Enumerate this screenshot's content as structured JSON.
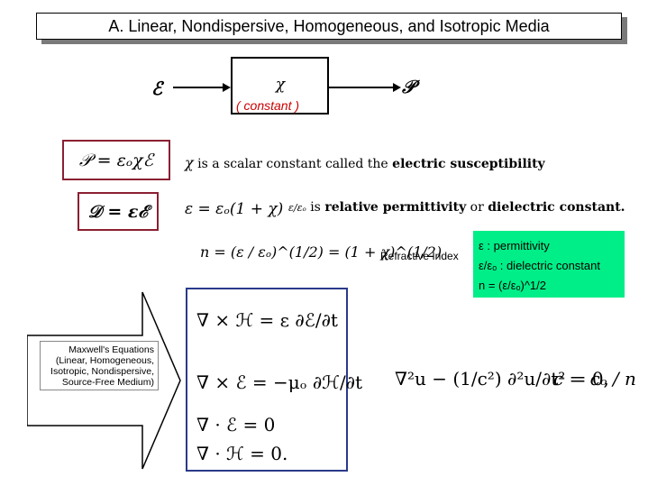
{
  "title": "A.   Linear, Nondispersive, Homogeneous, and Isotropic Media",
  "diagram": {
    "input_symbol": "ℰ",
    "system_symbol": "χ",
    "output_symbol": "𝒫",
    "constant_label": "( constant )",
    "constant_color": "#cc0000"
  },
  "relations": {
    "polarization_formula": "𝒫 = εₒχℰ",
    "susceptibility_note_prefix": "χ",
    "susceptibility_note_text": "is a scalar constant called the",
    "susceptibility_note_bold": "electric susceptibility",
    "displacement_formula": "𝒟 = εℰ",
    "permittivity_formula": "ε = εₒ(1 + χ)",
    "relative_prefix": "ε/εₒ",
    "relative_is": "is",
    "relative_bold1": "relative permittivity",
    "relative_or": "or",
    "relative_bold2": "dielectric constant.",
    "index_formula": "n = (ε / εₒ)^(1/2) = (1 + χ)^(1/2)",
    "index_label": "Refractive Index"
  },
  "note_box": {
    "line1": "ε : permittivity",
    "line2": "ε/εₒ : dielectric constant",
    "line3": "n = (ε/εₒ)^1/2",
    "color": "#00ee88"
  },
  "arrow_label": {
    "line1": "Maxwell's Equations",
    "line2": "(Linear, Homogeneous,",
    "line3": "Isotropic, Nondispersive,",
    "line4": "Source-Free Medium)"
  },
  "maxwell": {
    "eq1": "∇ × ℋ = ε ∂ℰ/∂t",
    "eq2": "∇ × ℰ = −μₒ ∂ℋ/∂t",
    "eq3": "∇ · ℰ = 0",
    "eq4": "∇ · ℋ = 0.",
    "frame_color": "#2a3a8a"
  },
  "wave": {
    "equation": "∇²u − (1/c²) ∂²u/∂t² = 0,",
    "speed": "c = cₒ / n"
  },
  "frame_color": "#8b2032"
}
